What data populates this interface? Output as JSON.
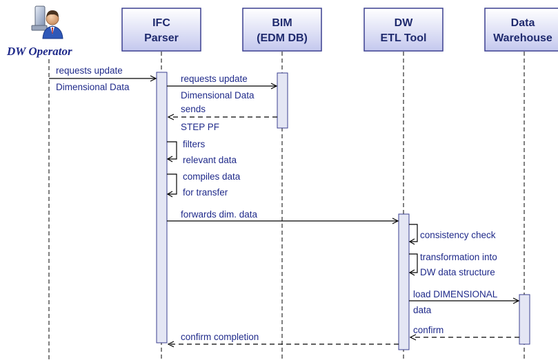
{
  "actor": {
    "name": "DW Operator",
    "icon": "operator-at-computer-icon"
  },
  "participants": [
    {
      "id": "ifc",
      "line1": "IFC",
      "line2": "Parser"
    },
    {
      "id": "bim",
      "line1": "BIM",
      "line2": "(EDM DB)"
    },
    {
      "id": "etl",
      "line1": "DW",
      "line2": "ETL Tool"
    },
    {
      "id": "dwh",
      "line1": "Data",
      "line2": "Warehouse"
    }
  ],
  "messages": [
    {
      "id": "m1",
      "from": "operator",
      "to": "ifc",
      "style": "solid",
      "lines": [
        "requests update",
        "Dimensional Data"
      ]
    },
    {
      "id": "m2",
      "from": "ifc",
      "to": "bim",
      "style": "solid",
      "lines": [
        "requests update",
        "Dimensional Data"
      ]
    },
    {
      "id": "m3",
      "from": "bim",
      "to": "ifc",
      "style": "dashed",
      "lines": [
        "sends",
        "STEP PF"
      ]
    },
    {
      "id": "m4",
      "from": "ifc",
      "to": "ifc",
      "style": "self",
      "lines": [
        "filters",
        "relevant data"
      ]
    },
    {
      "id": "m5",
      "from": "ifc",
      "to": "ifc",
      "style": "self",
      "lines": [
        "compiles data",
        "for transfer"
      ]
    },
    {
      "id": "m6",
      "from": "ifc",
      "to": "etl",
      "style": "solid",
      "lines": [
        "forwards dim. data"
      ]
    },
    {
      "id": "m7",
      "from": "etl",
      "to": "etl",
      "style": "self",
      "lines": [
        "consistency check"
      ]
    },
    {
      "id": "m8",
      "from": "etl",
      "to": "etl",
      "style": "self",
      "lines": [
        "transformation into",
        "DW data structure"
      ]
    },
    {
      "id": "m9",
      "from": "etl",
      "to": "dwh",
      "style": "solid",
      "lines": [
        "load DIMENSIONAL",
        "data"
      ]
    },
    {
      "id": "m10",
      "from": "dwh",
      "to": "etl",
      "style": "dashed",
      "lines": [
        "confirm"
      ]
    },
    {
      "id": "m11",
      "from": "etl",
      "to": "ifc",
      "style": "dashed",
      "lines": [
        "confirm completion"
      ]
    }
  ],
  "colors": {
    "text": "#1f2a8a",
    "header_text": "#1f2a6e",
    "box_border": "#3a3f8f",
    "box_fill_top": "#ffffff",
    "box_fill_bottom": "#c4c8ee",
    "activation_fill": "#e4e6f4",
    "line": "#000000"
  }
}
